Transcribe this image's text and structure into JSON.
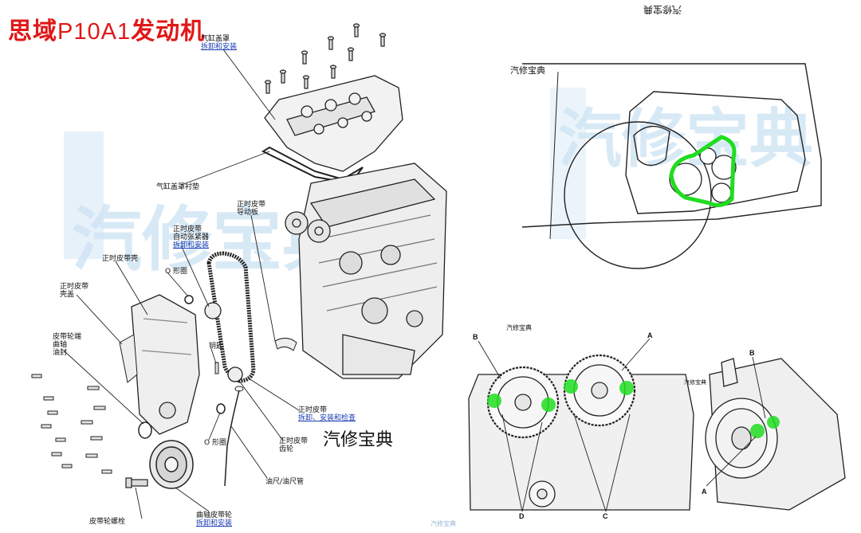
{
  "title": {
    "part1": "思域",
    "part2": "P10A1",
    "part3": "发动机"
  },
  "brand_text": "汽修宝典",
  "watermark_text": "汽修宝典",
  "labels": {
    "cyl_head_cover": {
      "line1": "气缸盖罩",
      "link": "拆卸和安装"
    },
    "cyl_head_cover_gasket": {
      "line1": "气缸盖罩衬垫"
    },
    "timing_belt_guide": {
      "line1": "正时皮带",
      "line2": "导动板"
    },
    "auto_tensioner": {
      "line1": "正时皮带",
      "line2": "自动张紧器",
      "link": "拆卸和安装"
    },
    "timing_belt_cover": {
      "line1": "正时皮带壳"
    },
    "o_ring_upper": {
      "line1": "O 形圈"
    },
    "timing_belt_upper_cover": {
      "line1": "正时皮带",
      "line2": "壳盖"
    },
    "pulley_end_seal": {
      "line1": "皮带轮端",
      "line2": "曲轴",
      "line3": "油封"
    },
    "key": {
      "line1": "钥匙"
    },
    "timing_belt": {
      "line1": "正时皮带",
      "link": "拆卸、安装和检查"
    },
    "o_ring_lower": {
      "line1": "O 形圈"
    },
    "timing_belt_drive_pulley": {
      "line1": "正时皮带",
      "line2": "齿轮"
    },
    "dipstick": {
      "line1": "油尺/油尺管"
    },
    "pulley_bolt": {
      "line1": "皮带轮螺栓"
    },
    "crank_pulley": {
      "line1": "曲轴皮带轮",
      "link": "拆卸和安装"
    }
  },
  "marks": {
    "a_top": "A",
    "b_top": "B",
    "c": "C",
    "d": "D",
    "b_right": "B",
    "a_right": "A"
  },
  "colors": {
    "title": "#e01818",
    "link": "#1b3db4",
    "highlight": "#20dd20",
    "watermark": "#b9d8f0"
  }
}
